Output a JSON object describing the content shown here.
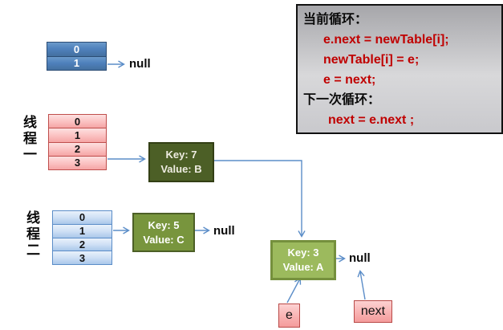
{
  "code_panel": {
    "current_label": "当前循环：",
    "line1": "e.next = newTable[i];",
    "line2": "newTable[i] = e;",
    "line3": "e = next;",
    "next_label": "下一次循环：",
    "line4": "next = e.next ;"
  },
  "tables": {
    "new_table": {
      "cells": [
        "0",
        "1"
      ]
    },
    "thread1": {
      "label": "线程一",
      "cells": [
        "0",
        "1",
        "2",
        "3"
      ]
    },
    "thread2": {
      "label": "线程二",
      "cells": [
        "0",
        "1",
        "2",
        "3"
      ]
    }
  },
  "nodes": {
    "key7": {
      "line1": "Key: 7",
      "line2": "Value: B"
    },
    "key5": {
      "line1": "Key: 5",
      "line2": "Value: C"
    },
    "key3": {
      "line1": "Key: 3",
      "line2": "Value: A"
    },
    "e_pointer": "e",
    "next_pointer": "next"
  },
  "null_labels": {
    "after_new_table": "null",
    "after_key5": "null",
    "after_key3": "null"
  },
  "colors": {
    "arrow": "#5b8dc8",
    "code_red": "#c00000",
    "dark_green": "#4c5f26",
    "mid_green": "#78953d",
    "light_green": "#9cba5d",
    "table_blue": "#4f81bd",
    "pink_border": "#bf4e4c"
  }
}
